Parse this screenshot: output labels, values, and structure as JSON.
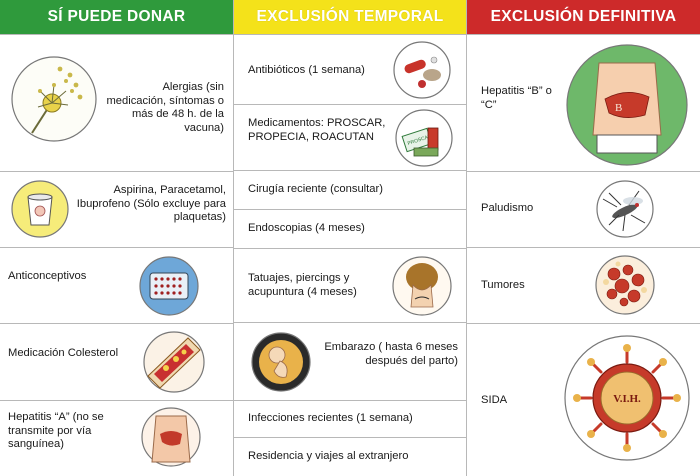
{
  "headers": {
    "si": "SÍ PUEDE DONAR",
    "temporal": "EXCLUSIÓN TEMPORAL",
    "definitiva": "EXCLUSIÓN DEFINITIVA"
  },
  "colors": {
    "green": "#2f9a3c",
    "yellow": "#f4e21a",
    "red": "#cd2a2a"
  },
  "si": {
    "alergias": "Alergias (sin medicación, síntomas o más de 48 h. de la vacuna)",
    "aspirina": "Aspirina, Paracetamol, Ibuprofeno (Sólo excluye para plaquetas)",
    "anticonceptivos": "Anticonceptivos",
    "colesterol": "Medicación Colesterol",
    "hepatitis_a": "Hepatitis “A” (no se transmite por vía sanguínea)"
  },
  "temporal": {
    "antibioticos": "Antibióticos (1 semana)",
    "medicamentos": "Medicamentos: PROSCAR, PROPECIA, ROACUTAN",
    "medicamentos_box": "PROSCAR",
    "cirugia": "Cirugía reciente (consultar)",
    "endoscopias": "Endoscopias (4 meses)",
    "tatuajes": "Tatuajes, piercings y acupuntura (4 meses)",
    "embarazo": "Embarazo ( hasta 6 meses después del parto)",
    "infecciones": "Infecciones recientes (1 semana)",
    "residencia": "Residencia y viajes al extranjero"
  },
  "definitiva": {
    "hepatitis_bc": "Hepatitis “B” o “C”",
    "liver_letter": "B",
    "paludismo": "Paludismo",
    "tumores": "Tumores",
    "sida": "SIDA",
    "virus_label": "V.I.H."
  }
}
